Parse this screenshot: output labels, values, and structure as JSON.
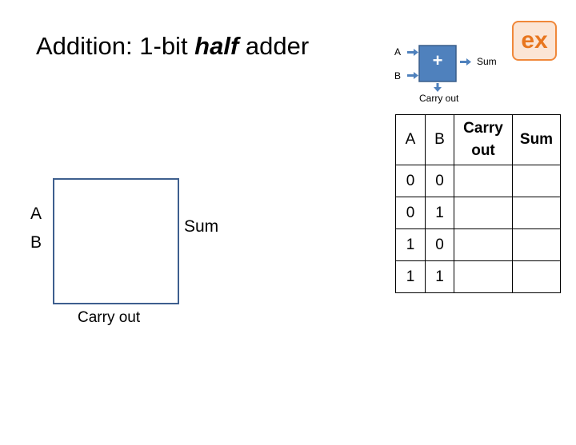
{
  "title": {
    "prefix": "Addition: 1-bit ",
    "emphasis": "half",
    "suffix": " adder"
  },
  "badge": {
    "label": "ex",
    "color": "#e8761e"
  },
  "small_diagram": {
    "input_a": "A",
    "input_b": "B",
    "operator": "+",
    "output_sum": "Sum",
    "output_carry": "Carry out"
  },
  "truth_table": {
    "headers": [
      "A",
      "B",
      "Carry out",
      "Sum"
    ],
    "rows": [
      [
        "0",
        "0",
        "",
        ""
      ],
      [
        "0",
        "1",
        "",
        ""
      ],
      [
        "1",
        "0",
        "",
        ""
      ],
      [
        "1",
        "1",
        "",
        ""
      ]
    ]
  },
  "large_diagram": {
    "input_a": "A",
    "input_b": "B",
    "output_sum": "Sum",
    "output_carry": "Carry out"
  },
  "colors": {
    "adder_fill": "#4f81bd",
    "adder_border": "#385d8a",
    "box_border": "#3e5f8e",
    "badge_fill": "#fbe5d5"
  }
}
